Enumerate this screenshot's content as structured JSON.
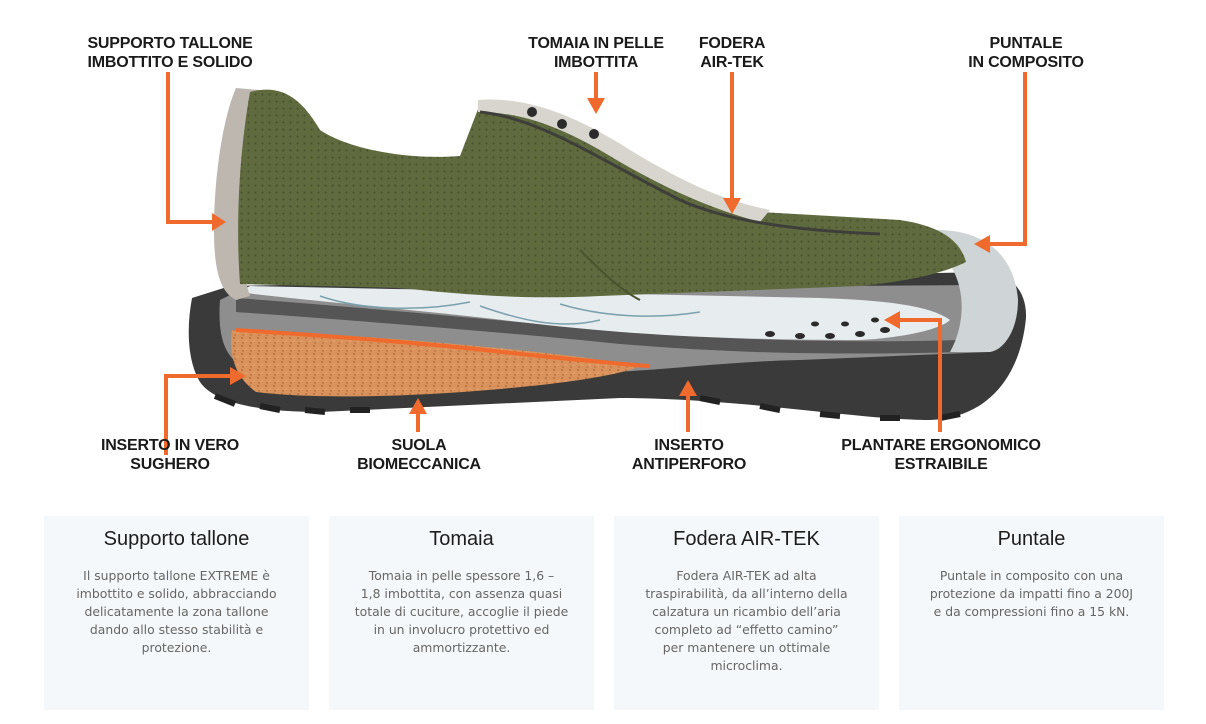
{
  "callouts": {
    "heel_support": [
      "SUPPORTO TALLONE",
      "IMBOTTITO E SOLIDO"
    ],
    "upper": [
      "TOMAIA IN PELLE",
      "IMBOTTITA"
    ],
    "lining": [
      "FODERA",
      "AIR-TEK"
    ],
    "toe_cap": [
      "PUNTALE",
      "IN COMPOSITO"
    ],
    "cork_insert": [
      "INSERTO IN VERO",
      "SUGHERO"
    ],
    "sole": [
      "SUOLA",
      "BIOMECCANICA"
    ],
    "anti_perforation": [
      "INSERTO",
      "ANTIPERFORO"
    ],
    "insole": [
      "PLANTARE ERGONOMICO",
      "ESTRAIBILE"
    ]
  },
  "colors": {
    "accent_orange": "#ef6a2c",
    "upper_green": "#5f6b3e",
    "card_bg": "#f5f8fa"
  },
  "cards": [
    {
      "title": "Supporto tallone",
      "lines": [
        "Il supporto tallone EXTREME è",
        "imbottito e solido, abbracciando",
        "delicatamente la zona tallone",
        "dando allo stesso stabilità e",
        "protezione."
      ]
    },
    {
      "title": "Tomaia",
      "lines": [
        "Tomaia in pelle spessore 1,6 –",
        "1,8 imbottita, con assenza quasi",
        "totale di cuciture, accoglie il piede",
        "in un involucro protettivo ed",
        "ammortizzante."
      ]
    },
    {
      "title": "Fodera AIR-TEK",
      "lines": [
        "Fodera AIR-TEK ad alta",
        "traspirabilità, da all’interno della",
        "calzatura un ricambio dell’aria",
        "completo ad “effetto camino”",
        "per mantenere un ottimale",
        "microclima."
      ]
    },
    {
      "title": "Puntale",
      "lines": [
        "Puntale in composito con una",
        "protezione da impatti fino a 200J",
        "e da compressioni fino a 15 kN."
      ]
    }
  ]
}
